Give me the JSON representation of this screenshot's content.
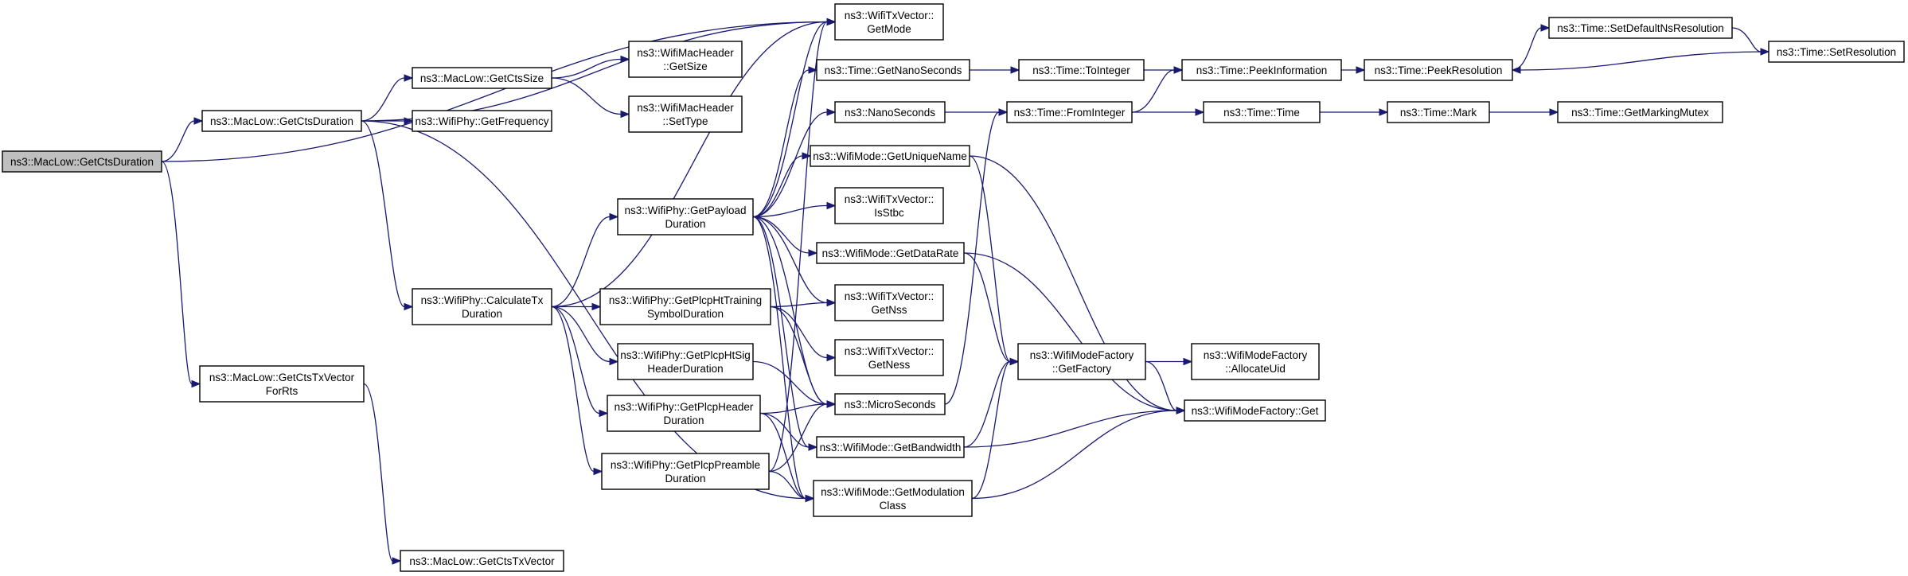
{
  "diagram": {
    "root_fill": "#bfbfbf",
    "node_fill": "#ffffff",
    "edge_color": "#191970",
    "nodes": [
      {
        "id": "root",
        "lines": [
          "ns3::MacLow::GetCtsDuration"
        ],
        "root": true
      },
      {
        "id": "getCtsDur2",
        "lines": [
          "ns3::MacLow::GetCtsDuration"
        ]
      },
      {
        "id": "getCtsTxVecForRts",
        "lines": [
          "ns3::MacLow::GetCtsTxVector",
          "ForRts"
        ]
      },
      {
        "id": "getCtsTxVector",
        "lines": [
          "ns3::MacLow::GetCtsTxVector"
        ]
      },
      {
        "id": "getCtsSize",
        "lines": [
          "ns3::MacLow::GetCtsSize"
        ]
      },
      {
        "id": "getFrequency",
        "lines": [
          "ns3::WifiPhy::GetFrequency"
        ]
      },
      {
        "id": "calcTxDur",
        "lines": [
          "ns3::WifiPhy::CalculateTx",
          "Duration"
        ]
      },
      {
        "id": "hdrGetSize",
        "lines": [
          "ns3::WifiMacHeader",
          "::GetSize"
        ]
      },
      {
        "id": "hdrSetType",
        "lines": [
          "ns3::WifiMacHeader",
          "::SetType"
        ]
      },
      {
        "id": "txGetMode",
        "lines": [
          "ns3::WifiTxVector::",
          "GetMode"
        ]
      },
      {
        "id": "getNanoSeconds",
        "lines": [
          "ns3::Time::GetNanoSeconds"
        ]
      },
      {
        "id": "nanoSeconds",
        "lines": [
          "ns3::NanoSeconds"
        ]
      },
      {
        "id": "getUniqueName",
        "lines": [
          "ns3::WifiMode::GetUniqueName"
        ]
      },
      {
        "id": "isStbc",
        "lines": [
          "ns3::WifiTxVector::",
          "IsStbc"
        ]
      },
      {
        "id": "getDataRate",
        "lines": [
          "ns3::WifiMode::GetDataRate"
        ]
      },
      {
        "id": "getNss",
        "lines": [
          "ns3::WifiTxVector::",
          "GetNss"
        ]
      },
      {
        "id": "getNess",
        "lines": [
          "ns3::WifiTxVector::",
          "GetNess"
        ]
      },
      {
        "id": "microSeconds",
        "lines": [
          "ns3::MicroSeconds"
        ]
      },
      {
        "id": "getBandwidth",
        "lines": [
          "ns3::WifiMode::GetBandwidth"
        ]
      },
      {
        "id": "getModClass",
        "lines": [
          "ns3::WifiMode::GetModulation",
          "Class"
        ]
      },
      {
        "id": "getPayloadDur",
        "lines": [
          "ns3::WifiPhy::GetPayload",
          "Duration"
        ]
      },
      {
        "id": "htTraining",
        "lines": [
          "ns3::WifiPhy::GetPlcpHtTraining",
          "SymbolDuration"
        ]
      },
      {
        "id": "htSigHeader",
        "lines": [
          "ns3::WifiPhy::GetPlcpHtSig",
          "HeaderDuration"
        ]
      },
      {
        "id": "plcpHeader",
        "lines": [
          "ns3::WifiPhy::GetPlcpHeader",
          "Duration"
        ]
      },
      {
        "id": "plcpPreamble",
        "lines": [
          "ns3::WifiPhy::GetPlcpPreamble",
          "Duration"
        ]
      },
      {
        "id": "toInteger",
        "lines": [
          "ns3::Time::ToInteger"
        ]
      },
      {
        "id": "fromInteger",
        "lines": [
          "ns3::Time::FromInteger"
        ]
      },
      {
        "id": "peekInfo",
        "lines": [
          "ns3::Time::PeekInformation"
        ]
      },
      {
        "id": "timeTime",
        "lines": [
          "ns3::Time::Time"
        ]
      },
      {
        "id": "peekRes",
        "lines": [
          "ns3::Time::PeekResolution"
        ]
      },
      {
        "id": "mark",
        "lines": [
          "ns3::Time::Mark"
        ]
      },
      {
        "id": "setDefaultNsRes",
        "lines": [
          "ns3::Time::SetDefaultNsResolution"
        ]
      },
      {
        "id": "setRes",
        "lines": [
          "ns3::Time::SetResolution"
        ]
      },
      {
        "id": "getMarkingMutex",
        "lines": [
          "ns3::Time::GetMarkingMutex"
        ]
      },
      {
        "id": "modeFactoryGetFactory",
        "lines": [
          "ns3::WifiModeFactory",
          "::GetFactory"
        ]
      },
      {
        "id": "allocateUid",
        "lines": [
          "ns3::WifiModeFactory",
          "::AllocateUid"
        ]
      },
      {
        "id": "modeFactoryGet",
        "lines": [
          "ns3::WifiModeFactory::Get"
        ]
      }
    ],
    "edges": [
      [
        "root",
        "getCtsDur2"
      ],
      [
        "root",
        "getCtsTxVecForRts"
      ],
      [
        "root",
        "txGetMode"
      ],
      [
        "getCtsTxVecForRts",
        "getCtsTxVector"
      ],
      [
        "getCtsDur2",
        "getCtsSize"
      ],
      [
        "getCtsDur2",
        "getFrequency"
      ],
      [
        "getCtsDur2",
        "calcTxDur"
      ],
      [
        "getCtsDur2",
        "txGetMode"
      ],
      [
        "getCtsDur2",
        "getModClass"
      ],
      [
        "getCtsSize",
        "hdrGetSize"
      ],
      [
        "getCtsSize",
        "hdrSetType"
      ],
      [
        "calcTxDur",
        "getPayloadDur"
      ],
      [
        "calcTxDur",
        "htTraining"
      ],
      [
        "calcTxDur",
        "htSigHeader"
      ],
      [
        "calcTxDur",
        "plcpHeader"
      ],
      [
        "calcTxDur",
        "plcpPreamble"
      ],
      [
        "calcTxDur",
        "txGetMode"
      ],
      [
        "getPayloadDur",
        "txGetMode"
      ],
      [
        "getPayloadDur",
        "getNanoSeconds"
      ],
      [
        "getPayloadDur",
        "nanoSeconds"
      ],
      [
        "getPayloadDur",
        "getUniqueName"
      ],
      [
        "getPayloadDur",
        "isStbc"
      ],
      [
        "getPayloadDur",
        "getDataRate"
      ],
      [
        "getPayloadDur",
        "getNss"
      ],
      [
        "getPayloadDur",
        "microSeconds"
      ],
      [
        "getPayloadDur",
        "getBandwidth"
      ],
      [
        "getPayloadDur",
        "getModClass"
      ],
      [
        "htTraining",
        "getNss"
      ],
      [
        "htTraining",
        "getNess"
      ],
      [
        "htTraining",
        "microSeconds"
      ],
      [
        "htSigHeader",
        "microSeconds"
      ],
      [
        "plcpHeader",
        "microSeconds"
      ],
      [
        "plcpHeader",
        "getModClass"
      ],
      [
        "plcpHeader",
        "getBandwidth"
      ],
      [
        "plcpPreamble",
        "microSeconds"
      ],
      [
        "plcpPreamble",
        "getModClass"
      ],
      [
        "plcpPreamble",
        "txGetMode"
      ],
      [
        "getNanoSeconds",
        "toInteger"
      ],
      [
        "toInteger",
        "peekInfo"
      ],
      [
        "nanoSeconds",
        "fromInteger"
      ],
      [
        "microSeconds",
        "fromInteger"
      ],
      [
        "fromInteger",
        "peekInfo"
      ],
      [
        "fromInteger",
        "timeTime"
      ],
      [
        "peekInfo",
        "peekRes"
      ],
      [
        "peekRes",
        "setDefaultNsRes"
      ],
      [
        "setDefaultNsRes",
        "setRes"
      ],
      [
        "setRes",
        "peekRes"
      ],
      [
        "timeTime",
        "mark"
      ],
      [
        "mark",
        "getMarkingMutex"
      ],
      [
        "getUniqueName",
        "modeFactoryGetFactory"
      ],
      [
        "getUniqueName",
        "modeFactoryGet"
      ],
      [
        "getDataRate",
        "modeFactoryGetFactory"
      ],
      [
        "getDataRate",
        "modeFactoryGet"
      ],
      [
        "getBandwidth",
        "modeFactoryGetFactory"
      ],
      [
        "getBandwidth",
        "modeFactoryGet"
      ],
      [
        "getModClass",
        "modeFactoryGetFactory"
      ],
      [
        "getModClass",
        "modeFactoryGet"
      ],
      [
        "modeFactoryGetFactory",
        "allocateUid"
      ],
      [
        "modeFactoryGetFactory",
        "modeFactoryGet"
      ]
    ]
  }
}
